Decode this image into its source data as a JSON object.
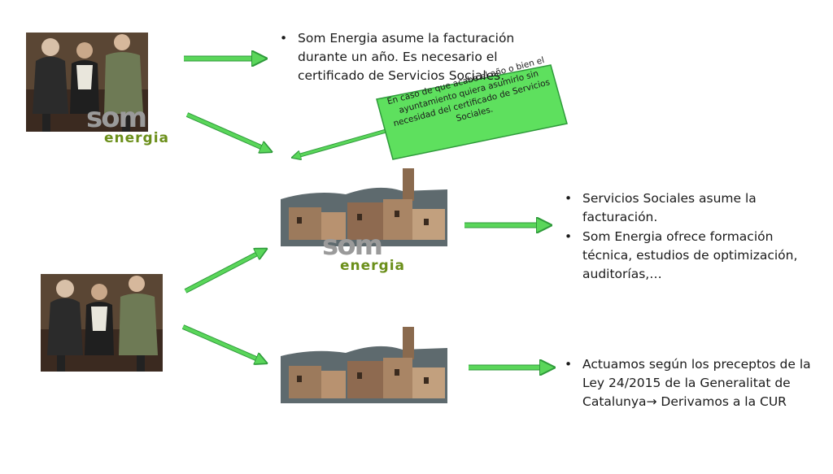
{
  "box1": {
    "items": [
      "Som Energia asume la facturación durante un año. Es necesario el certificado de Servicios Sociales."
    ]
  },
  "callout": {
    "text": "En caso de que acabe el año o bien el ayuntamiento quiera asumirlo sin necesidad del certificado de Servicios Sociales."
  },
  "box2": {
    "items": [
      "Servicios Sociales asume la facturación.",
      "Som Energia ofrece formación técnica, estudios de optimización, auditorías,…"
    ]
  },
  "box3": {
    "items": [
      "Actuamos según los preceptos de la Ley 24/2015 de la Generalitat de Catalunya→ Derivamos a la CUR"
    ]
  },
  "logo": {
    "word": "som",
    "sub": "energia"
  },
  "colors": {
    "arrow_fill": "#5ad65a",
    "arrow_stroke": "#2e9a3a",
    "callout_fill": "#5ee05e",
    "logo_green": "#6b8f1a"
  }
}
